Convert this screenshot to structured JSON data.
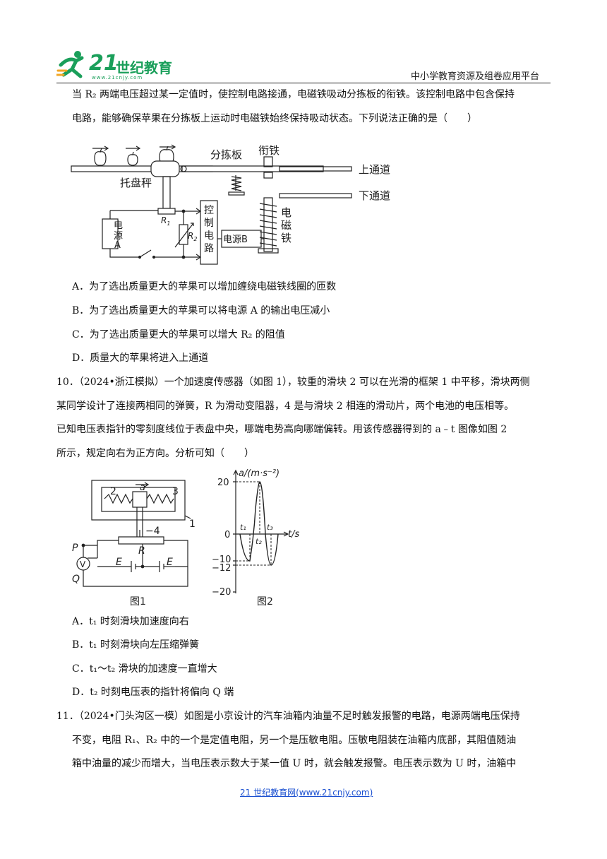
{
  "header": {
    "logo_number": "21",
    "logo_text": "世纪教育",
    "logo_url": "www.21cnjy.com",
    "platform": "中小学教育资源及组卷应用平台"
  },
  "q9": {
    "line1": "当 R₂ 两端电压超过某一定值时，使控制电路接通，电磁铁吸动分拣板的衔铁。该控制电路中包含保持",
    "line2": "电路，能够确保苹果在分拣板上运动时电磁铁始终保持吸动状态。下列说法正确的是（　　）",
    "figure": {
      "sorter": "分拣板",
      "armature": "衔铁",
      "upper": "上通道",
      "lower": "下通道",
      "tray": "托盘秤",
      "r1": "R",
      "r1_sub": "1",
      "r2": "R",
      "r2_sub": "2",
      "source_a": [
        "电",
        "源",
        "A"
      ],
      "control": [
        "控",
        "制",
        "电",
        "路"
      ],
      "source_b": "电源B",
      "magnet": [
        "电",
        "磁",
        "铁"
      ]
    },
    "options": [
      "A．为了选出质量更大的苹果可以增加缠绕电磁铁线圈的匝数",
      "B．为了选出质量更大的苹果可以将电源 A 的输出电压减小",
      "C．为了选出质量更大的苹果可以增大 R₂ 的阻值",
      "D．质量大的苹果将进入上通道"
    ]
  },
  "q10": {
    "line1": "10．（2024•浙江模拟）一个加速度传感器（如图 1），较重的滑块 2 可以在光滑的框架 1 中平移，滑块两侧",
    "line2": "某同学设计了连接两相同的弹簧，R 为滑动变阻器，4 是与滑块 2 相连的滑动片，两个电池的电压相等。",
    "line3": "已知电压表指针的零刻度线位于表盘中央，哪端电势高向哪端偏转。用该传感器得到的 a﹣t 图像如图 2",
    "line4": "所示，规定向右为正方向。分析可知（　　）",
    "fig1": {
      "caption": "图1",
      "n2": "2",
      "a": "a",
      "n3": "3",
      "n1": "1",
      "n4": "−4",
      "R": "R",
      "P": "P",
      "V": "V",
      "Q": "Q",
      "E1": "E",
      "E2": "E"
    },
    "fig2": {
      "caption": "图2",
      "ylabel": "a/(m·s⁻²)",
      "xlabel": "t/s",
      "ticks": [
        "20",
        "0",
        "−10",
        "−12",
        "−20"
      ],
      "t1": "t₁",
      "t2": "t₂",
      "t3": "t₃"
    },
    "options": [
      "A．t₁ 时刻滑块加速度向右",
      "B．t₁ 时刻滑块向左压缩弹簧",
      "C．t₁～t₂ 滑块的加速度一直增大",
      "D．t₂ 时刻电压表的指针将偏向 Q 端"
    ]
  },
  "q11": {
    "line1": "11．（2024•门头沟区一模）如图是小京设计的汽车油箱内油量不足时触发报警的电路，电源两端电压保持",
    "line2": "不变，电阻 R₁、R₂ 中的一个是定值电阻，另一个是压敏电阻。压敏电阻装在油箱内底部，其阻值随油",
    "line3": "箱中油量的减少而增大，当电压表示数大于某一值 U 时，就会触发报警。电压表示数为 U 时，油箱中"
  },
  "footer": {
    "link": "21 世纪教育网(www.21cnjy.com)"
  },
  "colors": {
    "brand_green": "#1a9f5a",
    "link_blue": "#1a4fd0"
  }
}
